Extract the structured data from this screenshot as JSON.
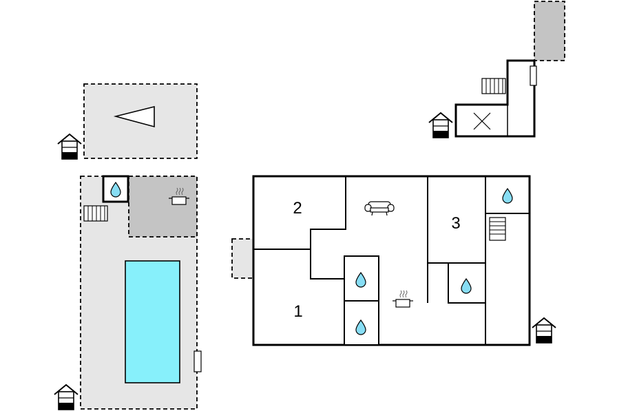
{
  "plan": {
    "rooms": [
      {
        "id": "bedroom-1",
        "label": "1"
      },
      {
        "id": "bedroom-2",
        "label": "2"
      },
      {
        "id": "bedroom-3",
        "label": "3"
      }
    ]
  },
  "icons": {
    "entrance": "entrance-icon",
    "water": "water-drop-icon",
    "kitchen": "cooking-pot-icon",
    "sofa": "sofa-icon",
    "stairs": "stairs-icon",
    "wind": "wind-direction-icon",
    "pool": "pool-icon"
  },
  "colors": {
    "pool": "#87f0fb",
    "outdoor": "#e6e6e6",
    "covered": "#c4c4c4",
    "drop": "#87ddf4",
    "line": "#000000"
  }
}
